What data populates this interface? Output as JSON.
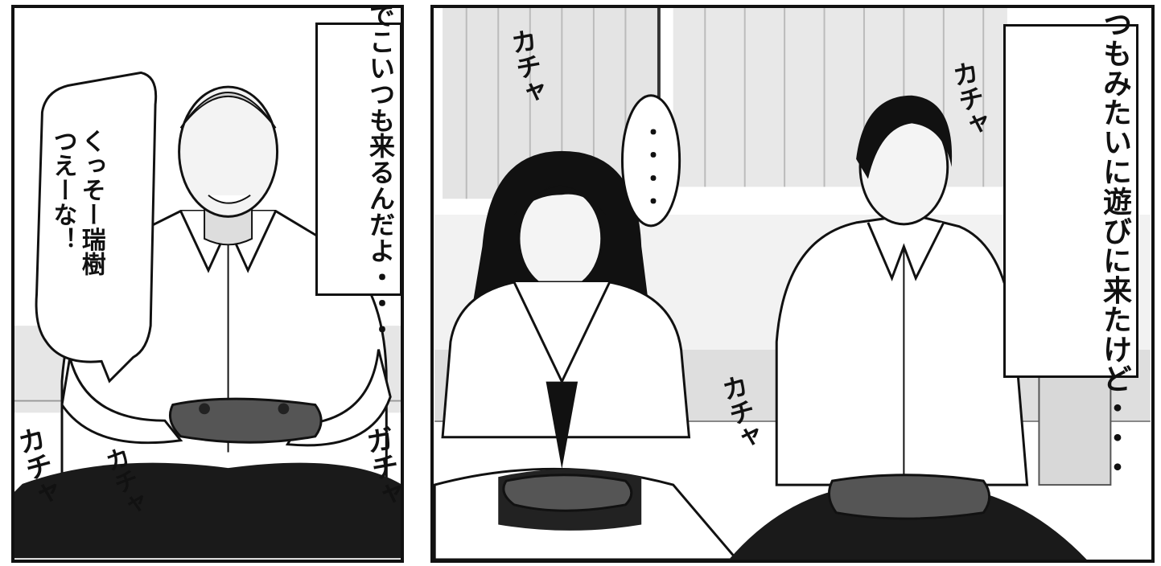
{
  "panels": {
    "left": {
      "speech": "くっそー瑞樹つえーな！",
      "speech_lines": [
        "くっそー瑞樹",
        "つえーな！"
      ],
      "caption_lines": [
        "何でこいつも",
        "来るんだよ・・・"
      ],
      "sfx": [
        "カチャ",
        "カチャ",
        "ガチャ"
      ]
    },
    "right": {
      "bubble": "・・・・",
      "caption_lines": [
        "で、いつもみたいに",
        "遊びに来たけど・・・"
      ],
      "sfx": [
        "カチャ",
        "カチャ",
        "カチャ"
      ]
    }
  },
  "colors": {
    "ink": "#111111",
    "screentone": "#d9d9d9",
    "paper": "#ffffff"
  }
}
